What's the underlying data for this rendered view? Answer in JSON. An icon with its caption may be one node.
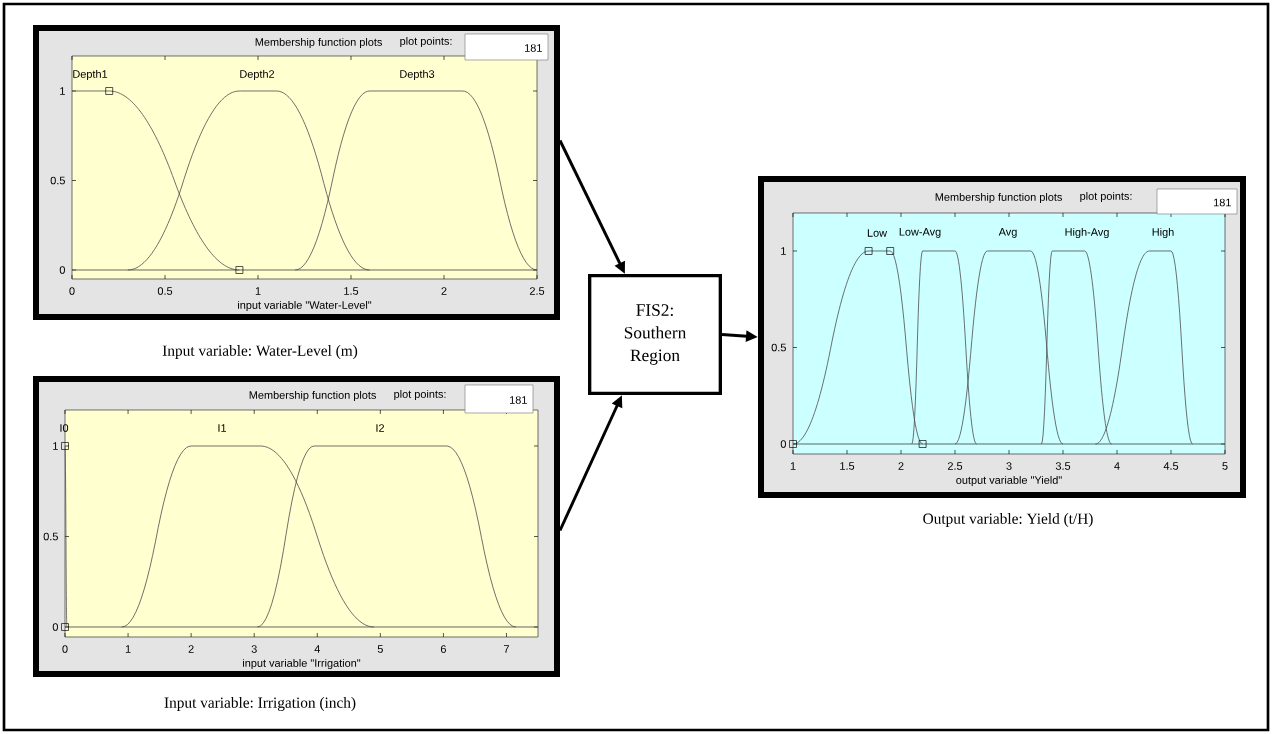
{
  "diagram": {
    "nodes": [
      {
        "text": [
          "Membership function plots",
          "plot points:",
          "181",
          "Depth1",
          "Depth2",
          "Depth3",
          "1",
          "0.5",
          "0",
          "0",
          "0.5",
          "1",
          "1.5",
          "2",
          "2.5",
          "input variable \"Water-Level\""
        ],
        "beside": [
          "Input variable: Water-Level (m)"
        ]
      },
      {
        "text": [
          "Membership function plots",
          "plot points:",
          "181",
          "I0",
          "I1",
          "I2",
          "1",
          "0.5",
          "0",
          "0",
          "1",
          "2",
          "3",
          "4",
          "5",
          "6",
          "7",
          "input variable \"Irrigation\""
        ],
        "beside": [
          "Input variable: Irrigation (inch)"
        ]
      },
      {
        "text": [
          "FIS2: Southern Region"
        ]
      },
      {
        "text": [
          "Membership function plots",
          "plot points:",
          "181",
          "Low",
          "Low-Avg",
          "Avg",
          "High-Avg",
          "High",
          "1",
          "0.5",
          "0",
          "1",
          "1.5",
          "2",
          "2.5",
          "3",
          "3.5",
          "4",
          "4.5",
          "5",
          "output variable \"Yield\""
        ],
        "beside": [
          "Output variable: Yield (t/H)"
        ]
      }
    ],
    "edges": [
      {
        "from": 0,
        "to": 2,
        "arrow": "to"
      },
      {
        "from": 1,
        "to": 2,
        "arrow": "to"
      },
      {
        "from": 2,
        "to": 3,
        "arrow": "to"
      }
    ]
  }
}
